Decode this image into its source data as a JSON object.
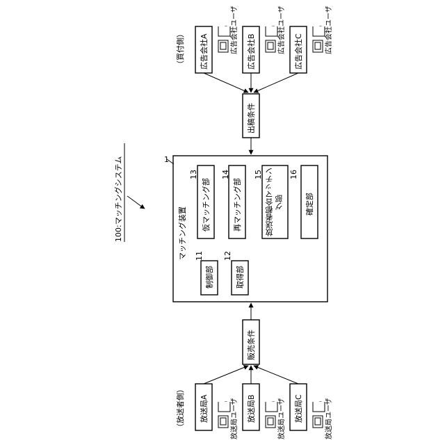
{
  "system": {
    "label": "100:マッチングシステム"
  },
  "buyer": {
    "side_label": "（買付側）",
    "companies": [
      {
        "name": "広告会社A",
        "user": "広告会社ユーザ"
      },
      {
        "name": "広告会社B",
        "user": "広告会社ユーザ"
      },
      {
        "name": "広告会社C",
        "user": "広告会社ユーザ"
      }
    ],
    "condition": "出稿条件"
  },
  "device": {
    "number": "1",
    "title": "マッチング装置",
    "units": [
      {
        "number": "11",
        "label": "制御部"
      },
      {
        "number": "12",
        "label": "取得部"
      },
      {
        "number": "13",
        "label": "仮マッチング部"
      },
      {
        "number": "14",
        "label": "再マッチング部"
      },
      {
        "number": "15",
        "label": "放送者都合マッチング部"
      },
      {
        "number": "16",
        "label": "確定部"
      }
    ]
  },
  "seller": {
    "side_label": "（放送者側）",
    "stations": [
      {
        "name": "放送局A",
        "user": "放送局ユーザ"
      },
      {
        "name": "放送局B",
        "user": "放送局ユーザ"
      },
      {
        "name": "放送局C",
        "user": "放送局ユーザ"
      }
    ],
    "condition": "販売条件"
  }
}
